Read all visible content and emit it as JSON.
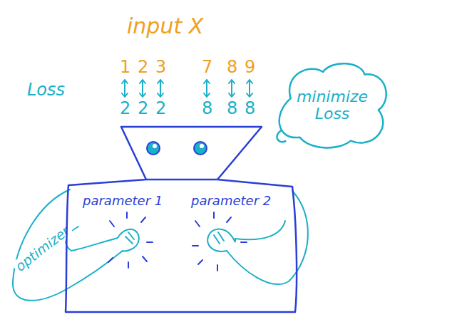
{
  "diagram": {
    "nodes": [
      {
        "text": [
          "minimize Loss"
        ]
      },
      {
        "text": [
          "parameter 1",
          "parameter 2"
        ]
      }
    ],
    "labels": [
      "input X",
      "1",
      "2",
      "3",
      "7",
      "8",
      "9",
      "Loss",
      "2",
      "2",
      "2",
      "8",
      "8",
      "8",
      "optimizer"
    ]
  }
}
